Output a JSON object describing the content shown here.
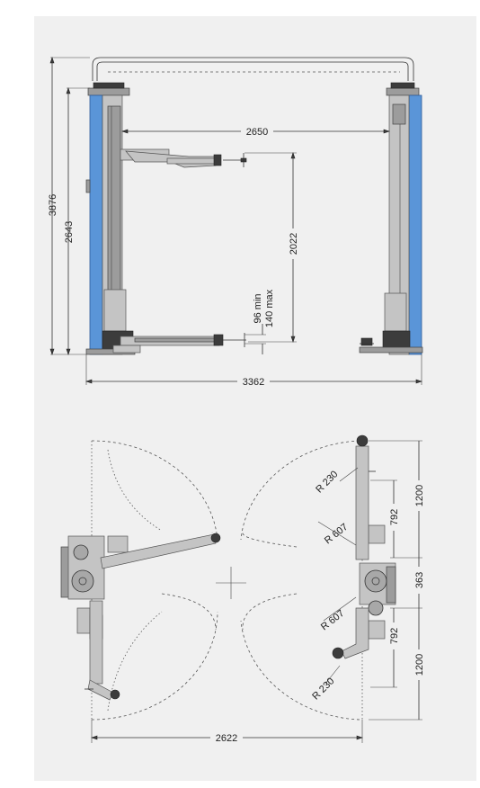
{
  "front_view": {
    "total_height": "3876",
    "column_height": "2643",
    "inner_width": "2650",
    "lift_height": "2022",
    "arm_height_min": "96 min",
    "arm_height_max": "140 max",
    "overall_width": "3362"
  },
  "top_view": {
    "radius_small_top": "R 230",
    "radius_large_top": "R 607",
    "radius_large_bottom": "R 607",
    "radius_small_bottom": "R 230",
    "arm_length_top": "1200",
    "arm_offset_top": "792",
    "center_offset": "363",
    "arm_offset_bottom": "792",
    "arm_length_bottom": "1200",
    "overall_width": "2622"
  },
  "colors": {
    "background": "#f0f0f0",
    "column_blue": "#5a95d8",
    "steel_grey": "#c4c4c4"
  }
}
